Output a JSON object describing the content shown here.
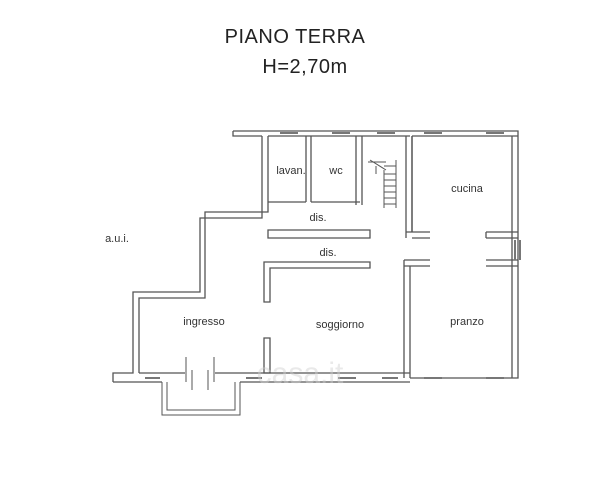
{
  "title": "PIANO TERRA",
  "height_label": "H=2,70m",
  "rooms": {
    "lavanderia": "lavan.",
    "wc": "wc",
    "disimpegno_1": "dis.",
    "disimpegno_2": "dis.",
    "cucina": "cucina",
    "ingresso": "ingresso",
    "soggiorno": "soggiorno",
    "pranzo": "pranzo",
    "aui": "a.u.i."
  },
  "watermark": "casa.it"
}
